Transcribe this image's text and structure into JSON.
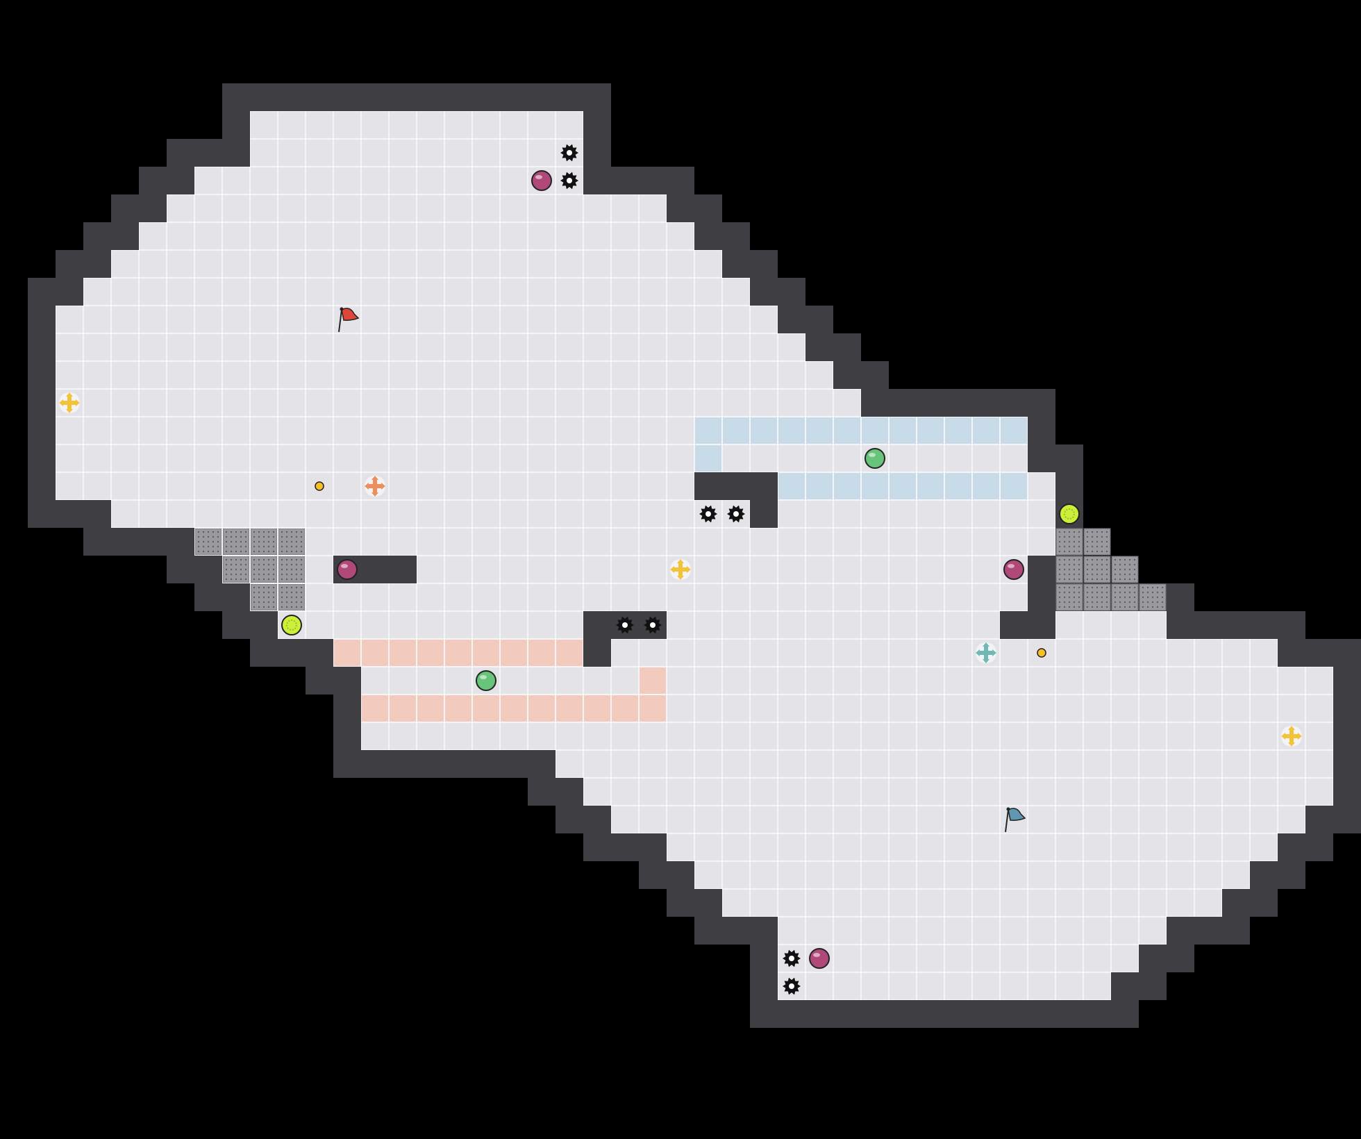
{
  "map": {
    "cols": 49,
    "rows": 41,
    "colors": {
      "background": "#000000",
      "wall": "#3f3f44",
      "wall_edge": "#111111",
      "floor": "#e4e4e8",
      "floor_line": "#f5f5f7",
      "red_zone": "#f2cbbe",
      "blue_zone": "#c7dbe9",
      "spike_tile": "#9a9a9e",
      "red_flag": "#e0453a",
      "blue_flag": "#5f97b3",
      "gate": "#ccef3b",
      "powerup_pink": "#b0487a",
      "powerup_green": "#67c47a",
      "booster_yellow": "#f3c43a",
      "booster_red": "#ef8d5c",
      "booster_blue": "#6fb8b3",
      "mine": "#111111",
      "coin": "#f5c026"
    },
    "floor_rows": [
      [
        4,
        9,
        20
      ],
      [
        5,
        9,
        20
      ],
      [
        6,
        7,
        20
      ],
      [
        7,
        6,
        23
      ],
      [
        8,
        5,
        24
      ],
      [
        9,
        4,
        25
      ],
      [
        10,
        3,
        26
      ],
      [
        11,
        2,
        27
      ],
      [
        12,
        2,
        28
      ],
      [
        13,
        2,
        29
      ],
      [
        14,
        2,
        30
      ],
      [
        15,
        2,
        36
      ],
      [
        16,
        2,
        36
      ],
      [
        17,
        2,
        37
      ],
      [
        18,
        4,
        37
      ],
      [
        19,
        7,
        37
      ],
      [
        20,
        8,
        11
      ],
      [
        20,
        15,
        37
      ],
      [
        21,
        9,
        11
      ],
      [
        21,
        12,
        37
      ],
      [
        22,
        10,
        11
      ],
      [
        22,
        12,
        41
      ],
      [
        23,
        12,
        45
      ],
      [
        24,
        13,
        47
      ],
      [
        25,
        13,
        47
      ],
      [
        26,
        13,
        47
      ],
      [
        27,
        20,
        47
      ],
      [
        28,
        21,
        47
      ],
      [
        29,
        22,
        46
      ],
      [
        30,
        24,
        45
      ],
      [
        31,
        25,
        44
      ],
      [
        32,
        26,
        43
      ],
      [
        33,
        28,
        41
      ],
      [
        34,
        28,
        40
      ],
      [
        35,
        28,
        39
      ]
    ],
    "wall_blocks": [
      [
        17,
        25,
        27
      ],
      [
        18,
        27,
        27
      ],
      [
        22,
        21,
        23
      ],
      [
        23,
        21,
        21
      ],
      [
        20,
        37,
        37
      ],
      [
        21,
        37,
        37
      ],
      [
        22,
        36,
        37
      ]
    ],
    "red_zone": [
      [
        23,
        12,
        20
      ],
      [
        24,
        23,
        23
      ],
      [
        25,
        13,
        23
      ]
    ],
    "blue_zone": [
      [
        15,
        25,
        36
      ],
      [
        16,
        25,
        25
      ],
      [
        17,
        28,
        36
      ]
    ],
    "spike_tiles": [
      [
        19,
        7,
        10
      ],
      [
        20,
        8,
        10
      ],
      [
        21,
        9,
        10
      ],
      [
        19,
        38,
        39
      ],
      [
        20,
        38,
        40
      ],
      [
        21,
        38,
        41
      ]
    ],
    "items": [
      {
        "type": "mine",
        "row": 5,
        "col": 20
      },
      {
        "type": "mine",
        "row": 6,
        "col": 20
      },
      {
        "type": "powerup-pink",
        "row": 6,
        "col": 19
      },
      {
        "type": "red-flag",
        "row": 11,
        "col": 12
      },
      {
        "type": "booster-yellow",
        "row": 14,
        "col": 2
      },
      {
        "type": "coin",
        "row": 17,
        "col": 11
      },
      {
        "type": "booster-red",
        "row": 17,
        "col": 13
      },
      {
        "type": "powerup-green",
        "row": 16,
        "col": 31
      },
      {
        "type": "mine",
        "row": 18,
        "col": 25
      },
      {
        "type": "mine",
        "row": 18,
        "col": 26
      },
      {
        "type": "gate",
        "row": 18,
        "col": 38
      },
      {
        "type": "powerup-pink",
        "row": 20,
        "col": 12
      },
      {
        "type": "booster-yellow",
        "row": 20,
        "col": 24
      },
      {
        "type": "powerup-pink",
        "row": 20,
        "col": 36
      },
      {
        "type": "gate",
        "row": 22,
        "col": 10
      },
      {
        "type": "mine",
        "row": 22,
        "col": 22
      },
      {
        "type": "mine",
        "row": 22,
        "col": 23
      },
      {
        "type": "booster-blue",
        "row": 23,
        "col": 35
      },
      {
        "type": "coin",
        "row": 23,
        "col": 37
      },
      {
        "type": "powerup-green",
        "row": 24,
        "col": 17
      },
      {
        "type": "booster-yellow",
        "row": 26,
        "col": 46
      },
      {
        "type": "blue-flag",
        "row": 29,
        "col": 36
      },
      {
        "type": "mine",
        "row": 34,
        "col": 28
      },
      {
        "type": "powerup-pink",
        "row": 34,
        "col": 29
      },
      {
        "type": "mine",
        "row": 35,
        "col": 28
      }
    ]
  }
}
